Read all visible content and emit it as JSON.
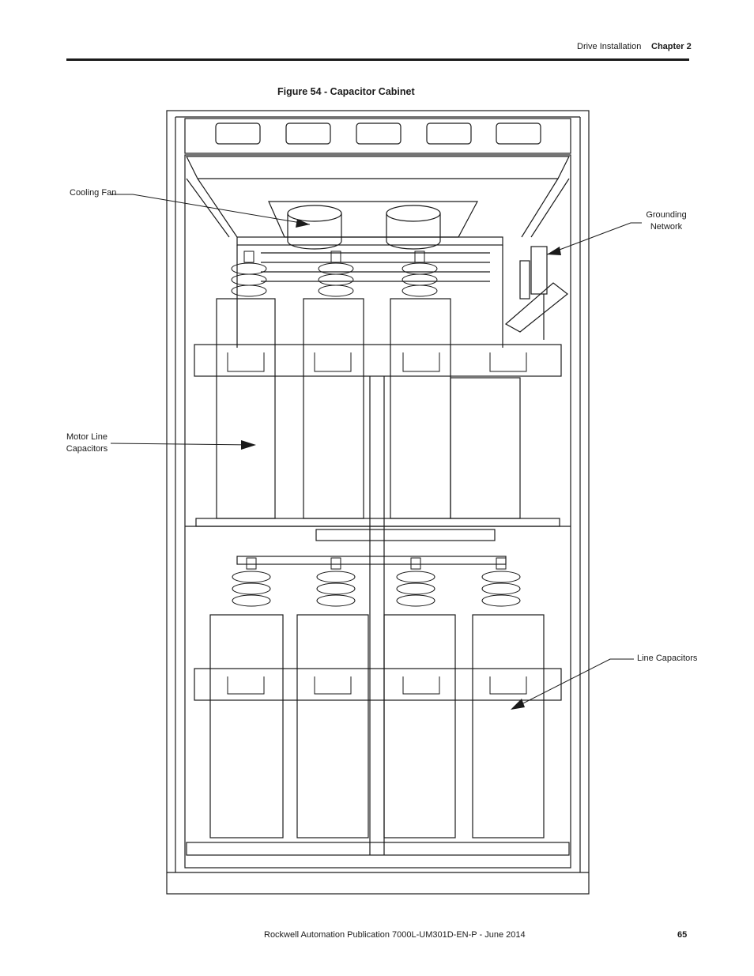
{
  "header": {
    "section": "Drive Installation",
    "chapter": "Chapter 2"
  },
  "figure": {
    "caption": "Figure 54 - Capacitor Cabinet",
    "callouts": {
      "cooling_fan": "Cooling Fan",
      "grounding_network_line1": "Grounding",
      "grounding_network_line2": "Network",
      "motor_line_capacitors_line1": "Motor Line",
      "motor_line_capacitors_line2": "Capacitors",
      "line_capacitors": "Line Capacitors"
    }
  },
  "footer": {
    "publication": "Rockwell Automation Publication 7000L-UM301D-EN-P - June 2014",
    "page_number": "65"
  }
}
